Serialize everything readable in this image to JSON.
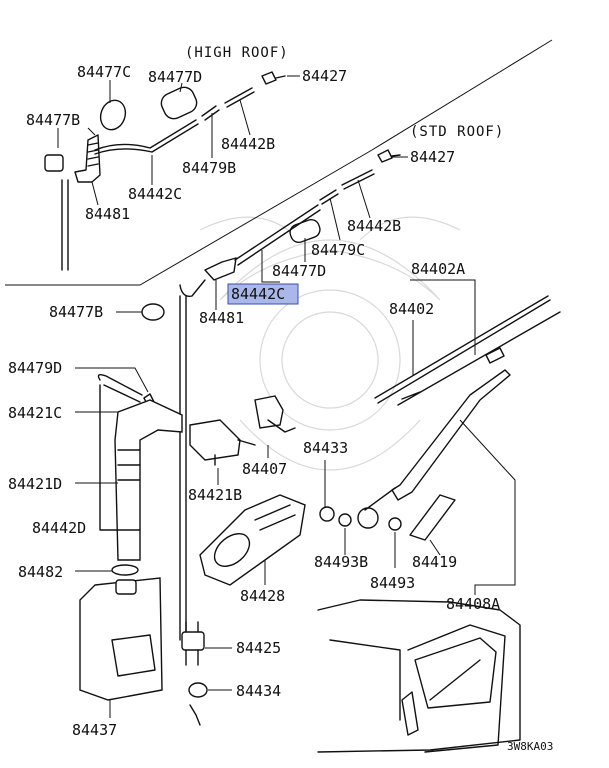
{
  "sections": {
    "high_roof": "(HIGH ROOF)",
    "std_roof": "(STD ROOF)"
  },
  "highlight_color": "#a9b8e8",
  "labels": {
    "p84477C": "84477C",
    "p84477D_top": "84477D",
    "p84427_top": "84427",
    "p84477B_top": "84477B",
    "p84442B_top": "84442B",
    "p84479B": "84479B",
    "p84442C_top": "84442C",
    "p84481_top": "84481",
    "p84427_std": "84427",
    "p84442B_std": "84442B",
    "p84479C": "84479C",
    "p84477D_std": "84477D",
    "p84442C_highlight": "84442C",
    "p84481_std": "84481",
    "p84477B_mid": "84477B",
    "p84402A": "84402A",
    "p84402": "84402",
    "p84479D": "84479D",
    "p84421C": "84421C",
    "p84433": "84433",
    "p84407": "84407",
    "p84421D": "84421D",
    "p84421B": "84421B",
    "p84442D": "84442D",
    "p84493B": "84493B",
    "p84493": "84493",
    "p84419": "84419",
    "p84482": "84482",
    "p84428": "84428",
    "p84408A": "84408A",
    "p84425": "84425",
    "p84434": "84434",
    "p84437": "84437"
  },
  "diagram_code": "3W8KA03"
}
